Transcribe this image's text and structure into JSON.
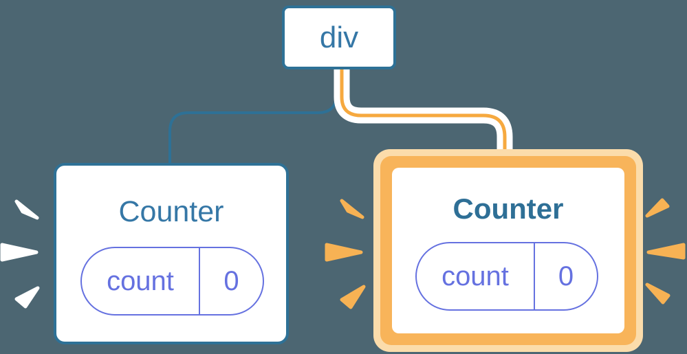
{
  "diagram": {
    "root": {
      "label": "div"
    },
    "children": [
      {
        "name": "left-counter",
        "title": "Counter",
        "highlighted": false,
        "connector": "blue",
        "state": {
          "key": "count",
          "value": "0"
        }
      },
      {
        "name": "right-counter",
        "title": "Counter",
        "highlighted": true,
        "connector": "orange-highlighted",
        "state": {
          "key": "count",
          "value": "0"
        }
      }
    ]
  },
  "decorations": {
    "left_burst": {
      "color": "white",
      "rays": 3,
      "position": "left-of-left-counter"
    },
    "middle_burst": {
      "color": "orange",
      "rays": 3,
      "position": "left-of-right-counter"
    },
    "right_burst": {
      "color": "orange",
      "rays": 3,
      "position": "right-of-right-counter"
    }
  },
  "colors": {
    "background": "#4C6672",
    "card_bg": "#FFFFFF",
    "blue_stroke": "#2E7196",
    "blue_text": "#3577A6",
    "blue_text_bold": "#2E6F96",
    "purple": "#6571E0",
    "orange_line": "#F6A93F",
    "orange_border": "#F8B45A",
    "orange_halo": "#FBDCAB",
    "sparkle_orange": "#F7B254",
    "sparkle_white": "#FFFFFF"
  }
}
